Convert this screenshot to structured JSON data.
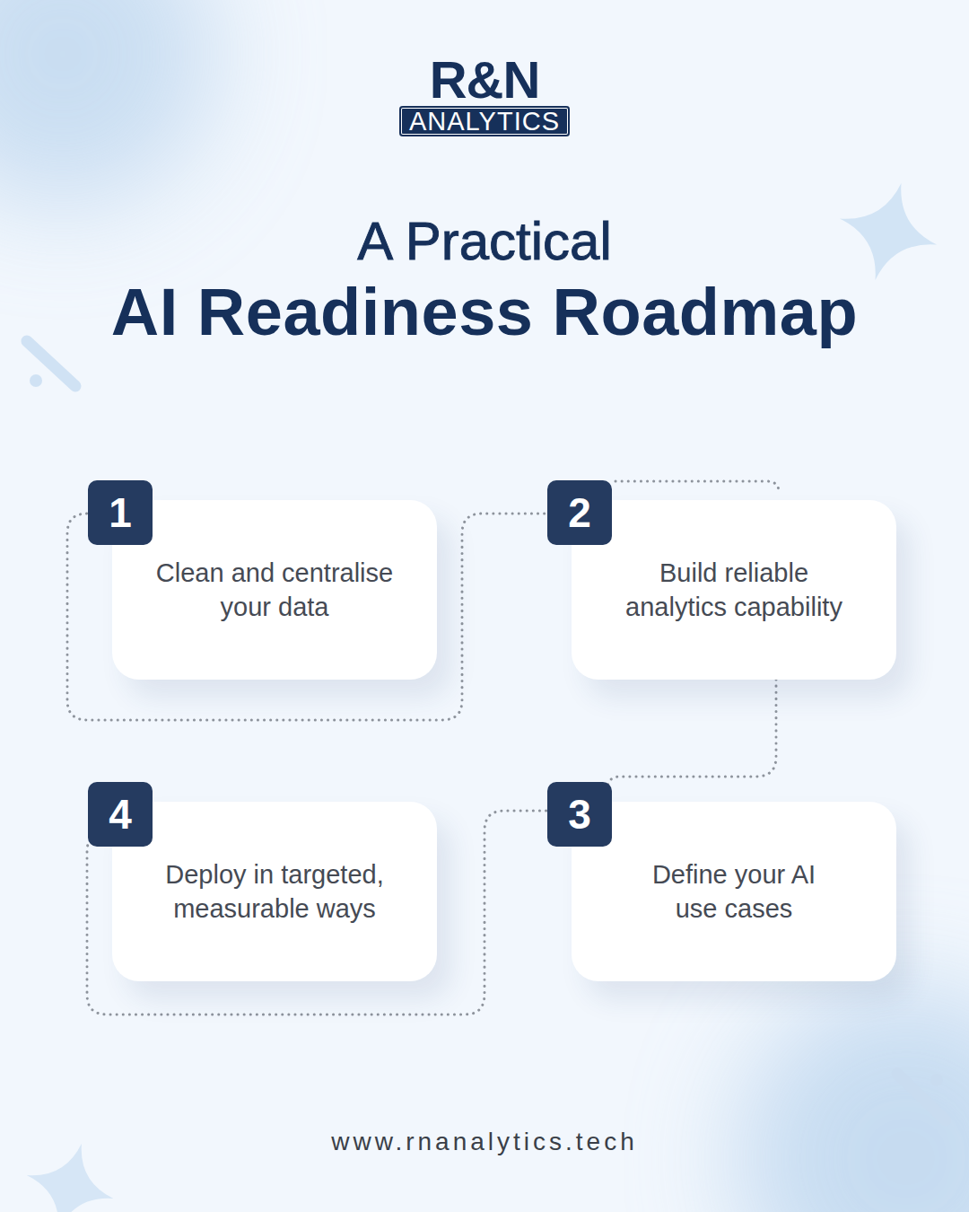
{
  "diagram": {
    "title": "AI Readiness Roadmap",
    "nodes": [
      {
        "text": [
          "1",
          "Clean and centralise your data"
        ]
      },
      {
        "text": [
          "2",
          "Build reliable analytics capability"
        ]
      },
      {
        "text": [
          "3",
          "Define your AI use cases"
        ]
      },
      {
        "text": [
          "4",
          "Deploy in targeted, measurable ways"
        ]
      }
    ],
    "edges": [
      {
        "from": 0,
        "to": 1,
        "arrow": "none"
      },
      {
        "from": 1,
        "to": 2,
        "arrow": "none"
      },
      {
        "from": 2,
        "to": 3,
        "arrow": "none"
      }
    ],
    "labels": [
      "R&N",
      "ANALYTICS",
      "A Practical",
      "www.rnanalytics.tech"
    ]
  }
}
